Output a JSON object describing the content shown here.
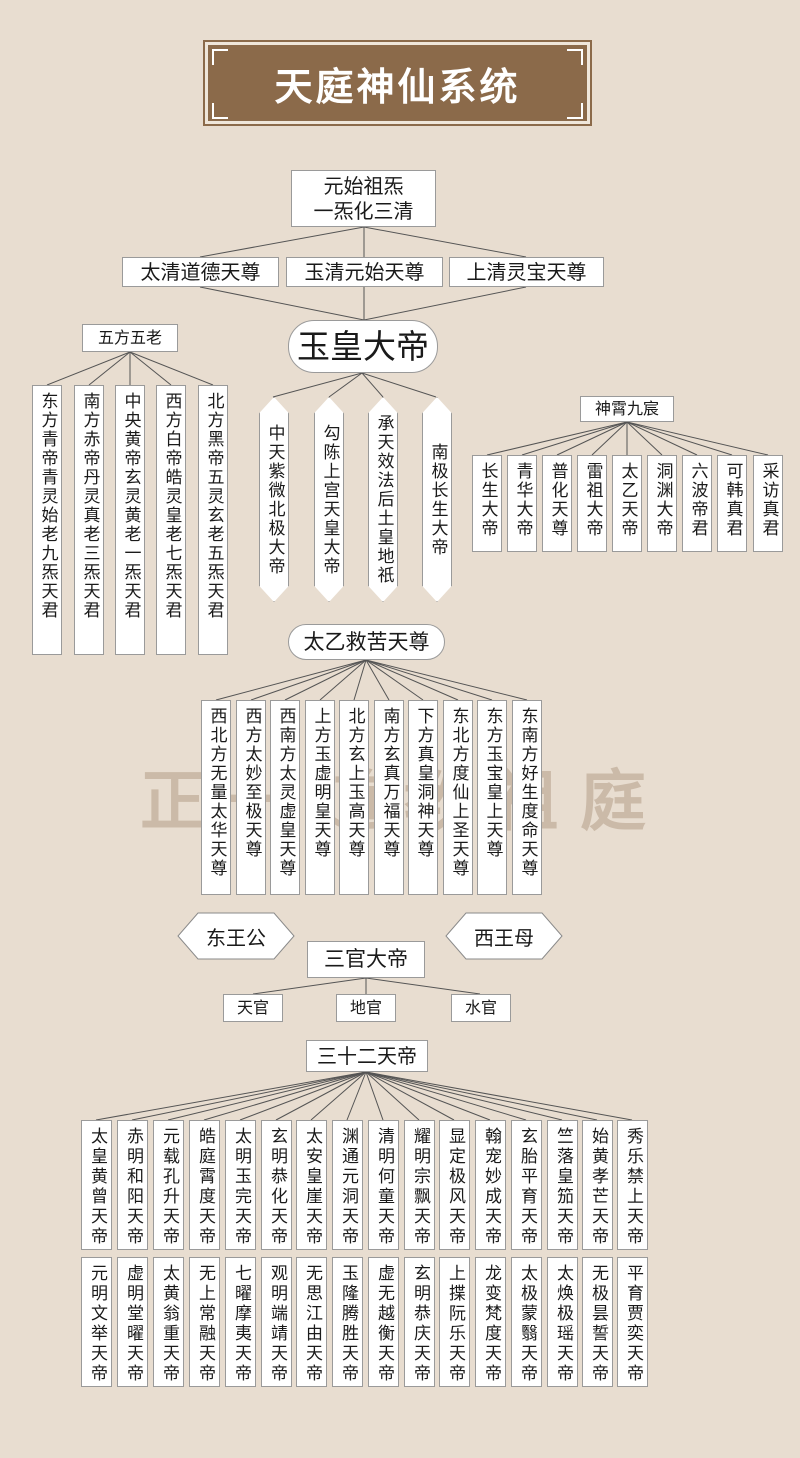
{
  "title": "天庭神仙系统",
  "watermark": "正一道教祖庭",
  "root": {
    "line1": "元始祖炁",
    "line2": "一炁化三清"
  },
  "sanqing": [
    "太清道德天尊",
    "玉清元始天尊",
    "上清灵宝天尊"
  ],
  "jade_emperor": "玉皇大帝",
  "wufang": {
    "label": "五方五老",
    "items": [
      "东方青帝青灵始老九炁天君",
      "南方赤帝丹灵真老三炁天君",
      "中央黄帝玄灵黄老一炁天君",
      "西方白帝皓灵皇老七炁天君",
      "北方黑帝五灵玄老五炁天君"
    ]
  },
  "four_emperors": [
    "中天紫微北极大帝",
    "勾陈上宫天皇大帝",
    "承天效法后土皇地祇",
    "南极长生大帝"
  ],
  "shenxiao": {
    "label": "神霄九宸",
    "items": [
      "长生大帝",
      "青华大帝",
      "普化天尊",
      "雷祖大帝",
      "太乙天帝",
      "洞渊大帝",
      "六波帝君",
      "可韩真君",
      "采访真君"
    ]
  },
  "taiyi": "太乙救苦天尊",
  "ten_directions": [
    "西北方无量太华天尊",
    "西方太妙至极天尊",
    "西南方太灵虚皇天尊",
    "上方玉虚明皇天尊",
    "北方玄上玉高天尊",
    "南方玄真万福天尊",
    "下方真皇洞神天尊",
    "东北方度仙上圣天尊",
    "东方玉宝皇上天尊",
    "东南方好生度命天尊"
  ],
  "dongwanggong": "东王公",
  "xiwangmu": "西王母",
  "sanguan": {
    "label": "三官大帝",
    "items": [
      "天官",
      "地官",
      "水官"
    ]
  },
  "thirty_two": {
    "label": "三十二天帝",
    "row1": [
      "太皇黄曾天帝",
      "赤明和阳天帝",
      "元载孔升天帝",
      "皓庭霄度天帝",
      "太明玉完天帝",
      "玄明恭化天帝",
      "太安皇崖天帝",
      "渊通元洞天帝",
      "清明何童天帝",
      "耀明宗飘天帝",
      "显定极风天帝",
      "翰宠妙成天帝",
      "玄胎平育天帝",
      "竺落皇笳天帝",
      "始黄孝芒天帝",
      "秀乐禁上天帝"
    ],
    "row2": [
      "元明文举天帝",
      "虚明堂曜天帝",
      "太黄翁重天帝",
      "无上常融天帝",
      "七曜摩夷天帝",
      "观明端靖天帝",
      "无思江由天帝",
      "玉隆腾胜天帝",
      "虚无越衡天帝",
      "玄明恭庆天帝",
      "上揲阮乐天帝",
      "龙变梵度天帝",
      "太极蒙翳天帝",
      "太焕极瑶天帝",
      "无极昙誓天帝",
      "平育贾奕天帝"
    ]
  }
}
